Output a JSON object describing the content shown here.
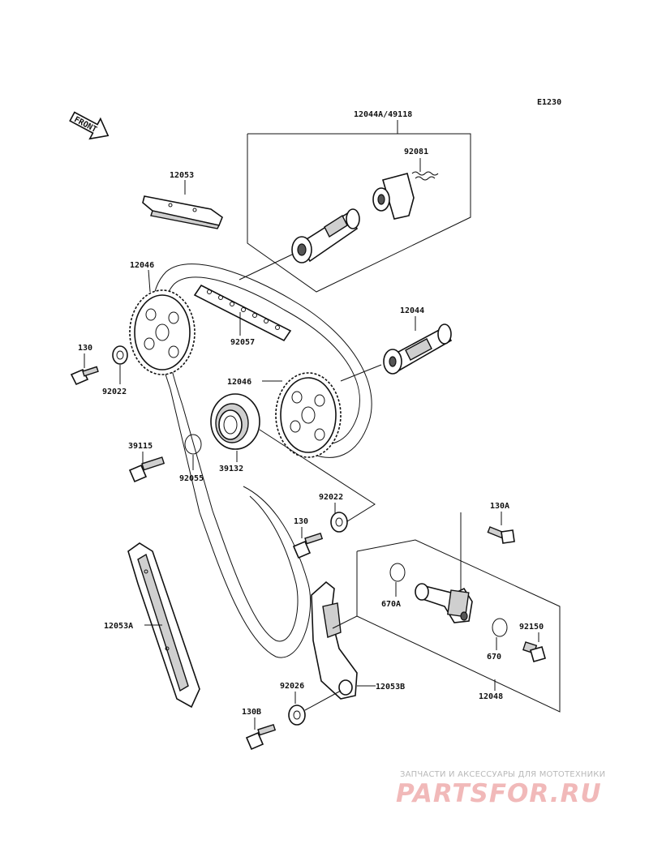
{
  "code": "E1230",
  "front_label": "FRONT",
  "labels": {
    "cam_assy": "12044A/49118",
    "spring_92081": "92081",
    "guide_12053": "12053",
    "sprocket_top": "12046",
    "bolt_130_left": "130",
    "washer_92022_left": "92022",
    "chain_92057": "92057",
    "cam_12044": "12044",
    "sprocket_mid": "12046",
    "pin_39115": "39115",
    "oring_92055": "92055",
    "crank_sprocket_39132": "39132",
    "washer_92022_right": "92022",
    "bolt_130_right": "130",
    "bolt_130A": "130A",
    "oring_670A": "670A",
    "guide_12053A": "12053A",
    "bolt_92150": "92150",
    "oring_670": "670",
    "tensioner_12048": "12048",
    "collar_92026": "92026",
    "guide_12053B": "12053B",
    "bolt_130B": "130B"
  },
  "watermark": {
    "tagline": "ЗАПЧАСТИ И АКСЕССУАРЫ ДЛЯ МОТОТЕХНИКИ",
    "logo": "PARTSFOR.RU"
  }
}
